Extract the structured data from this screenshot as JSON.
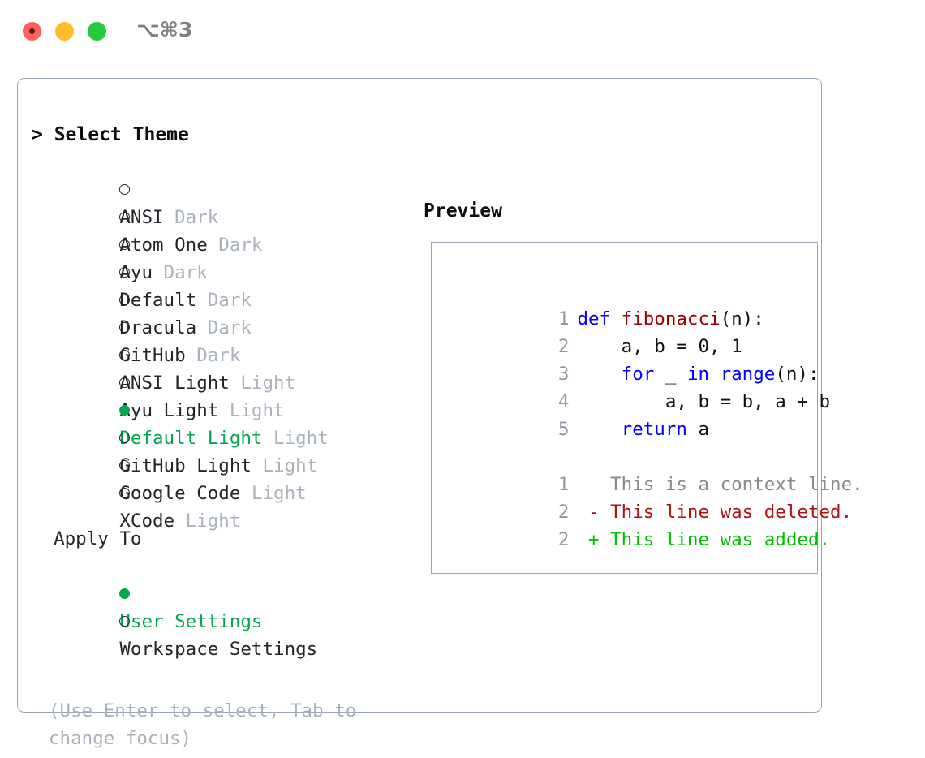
{
  "titlebar": {
    "title": "⌥⌘3",
    "buttons": [
      {
        "name": "close",
        "color": "#ff6259"
      },
      {
        "name": "minimize",
        "color": "#ffbd2e"
      },
      {
        "name": "maximize",
        "color": "#28c840"
      }
    ]
  },
  "theme_picker": {
    "header": "> Select Theme",
    "items": [
      {
        "marker": "○",
        "name": "ANSI",
        "variant": "Dark",
        "selected": false
      },
      {
        "marker": "○",
        "name": "Atom One",
        "variant": "Dark",
        "selected": false
      },
      {
        "marker": "○",
        "name": "Ayu",
        "variant": "Dark",
        "selected": false
      },
      {
        "marker": "○",
        "name": "Default",
        "variant": "Dark",
        "selected": false
      },
      {
        "marker": "○",
        "name": "Dracula",
        "variant": "Dark",
        "selected": false
      },
      {
        "marker": "○",
        "name": "GitHub",
        "variant": "Dark",
        "selected": false
      },
      {
        "marker": "○",
        "name": "ANSI Light",
        "variant": "Light",
        "selected": false
      },
      {
        "marker": "○",
        "name": "Ayu Light",
        "variant": "Light",
        "selected": false
      },
      {
        "marker": "●",
        "name": "Default Light",
        "variant": "Light",
        "selected": true
      },
      {
        "marker": "○",
        "name": "GitHub Light",
        "variant": "Light",
        "selected": false
      },
      {
        "marker": "○",
        "name": "Google Code",
        "variant": "Light",
        "selected": false
      },
      {
        "marker": "○",
        "name": "XCode",
        "variant": "Light",
        "selected": false
      }
    ]
  },
  "apply_to": {
    "header": "  Apply To",
    "options": [
      {
        "marker": "●",
        "label": "User Settings",
        "selected": true
      },
      {
        "marker": "○",
        "label": "Workspace Settings",
        "selected": false
      }
    ]
  },
  "hint": "(Use Enter to select, Tab to change focus)",
  "preview": {
    "heading": "Preview",
    "code_lines": [
      {
        "no": "1",
        "segments": [
          {
            "text": "def ",
            "kind": "kw"
          },
          {
            "text": "fibonacci",
            "kind": "fn"
          },
          {
            "text": "(n):",
            "kind": "plain"
          }
        ]
      },
      {
        "no": "2",
        "segments": [
          {
            "text": "    a, b = 0, 1",
            "kind": "plain"
          }
        ]
      },
      {
        "no": "3",
        "segments": [
          {
            "text": "    ",
            "kind": "plain"
          },
          {
            "text": "for",
            "kind": "kw"
          },
          {
            "text": " _ ",
            "kind": "plain"
          },
          {
            "text": "in",
            "kind": "kw"
          },
          {
            "text": " ",
            "kind": "plain"
          },
          {
            "text": "range",
            "kind": "kw"
          },
          {
            "text": "(n):",
            "kind": "plain"
          }
        ]
      },
      {
        "no": "4",
        "segments": [
          {
            "text": "        a, b = b, a + b",
            "kind": "plain"
          }
        ]
      },
      {
        "no": "5",
        "segments": [
          {
            "text": "    ",
            "kind": "plain"
          },
          {
            "text": "return",
            "kind": "kw"
          },
          {
            "text": " a",
            "kind": "plain"
          }
        ]
      }
    ],
    "diff_lines": [
      {
        "no": "1",
        "text": "   This is a context line.",
        "kind": "ctx"
      },
      {
        "no": "2",
        "text": " - This line was deleted.",
        "kind": "del"
      },
      {
        "no": "2",
        "text": " + This line was added.",
        "kind": "add"
      }
    ]
  },
  "colors": {
    "accent_green": "#04a84b",
    "keyword_blue": "#0000ff",
    "function_red": "#9b0000",
    "diff_delete": "#b01111",
    "diff_add": "#00c000",
    "muted": "#aab2be",
    "border": "#9aa5b5"
  }
}
